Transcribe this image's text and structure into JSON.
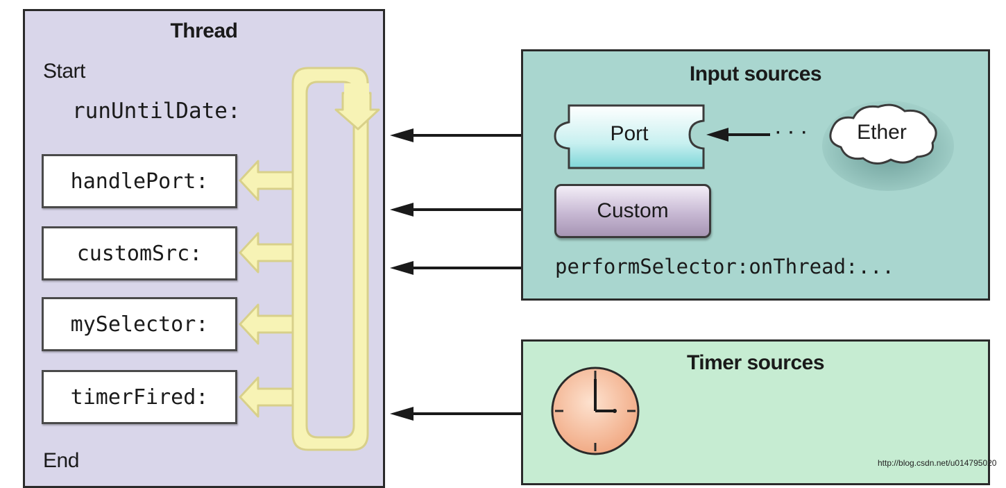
{
  "thread": {
    "title": "Thread",
    "start_label": "Start",
    "run_method": "runUntilDate:",
    "end_label": "End",
    "handlers": [
      "handlePort:",
      "customSrc:",
      "mySelector:",
      "timerFired:"
    ]
  },
  "input_sources": {
    "title": "Input sources",
    "port_label": "Port",
    "ether_label": "Ether",
    "ellipsis": "· · ·",
    "custom_label": "Custom",
    "perform_selector": "performSelector:onThread:..."
  },
  "timer_sources": {
    "title": "Timer sources"
  },
  "watermark": "http://blog.csdn.net/u014795020",
  "colors": {
    "thread_bg": "#d9d6ea",
    "input_bg": "#a9d6cf",
    "timer_bg": "#c6ecd2",
    "loop_fill": "#f7f3b5",
    "loop_stroke": "#d8d08a",
    "port_fill": "#c8f0f0",
    "ether_fill": "#ffffff",
    "clock_fill": "#f5b896"
  },
  "icons": [
    "loop-arrow-icon",
    "port-icon",
    "ether-cloud-icon",
    "clock-icon"
  ]
}
